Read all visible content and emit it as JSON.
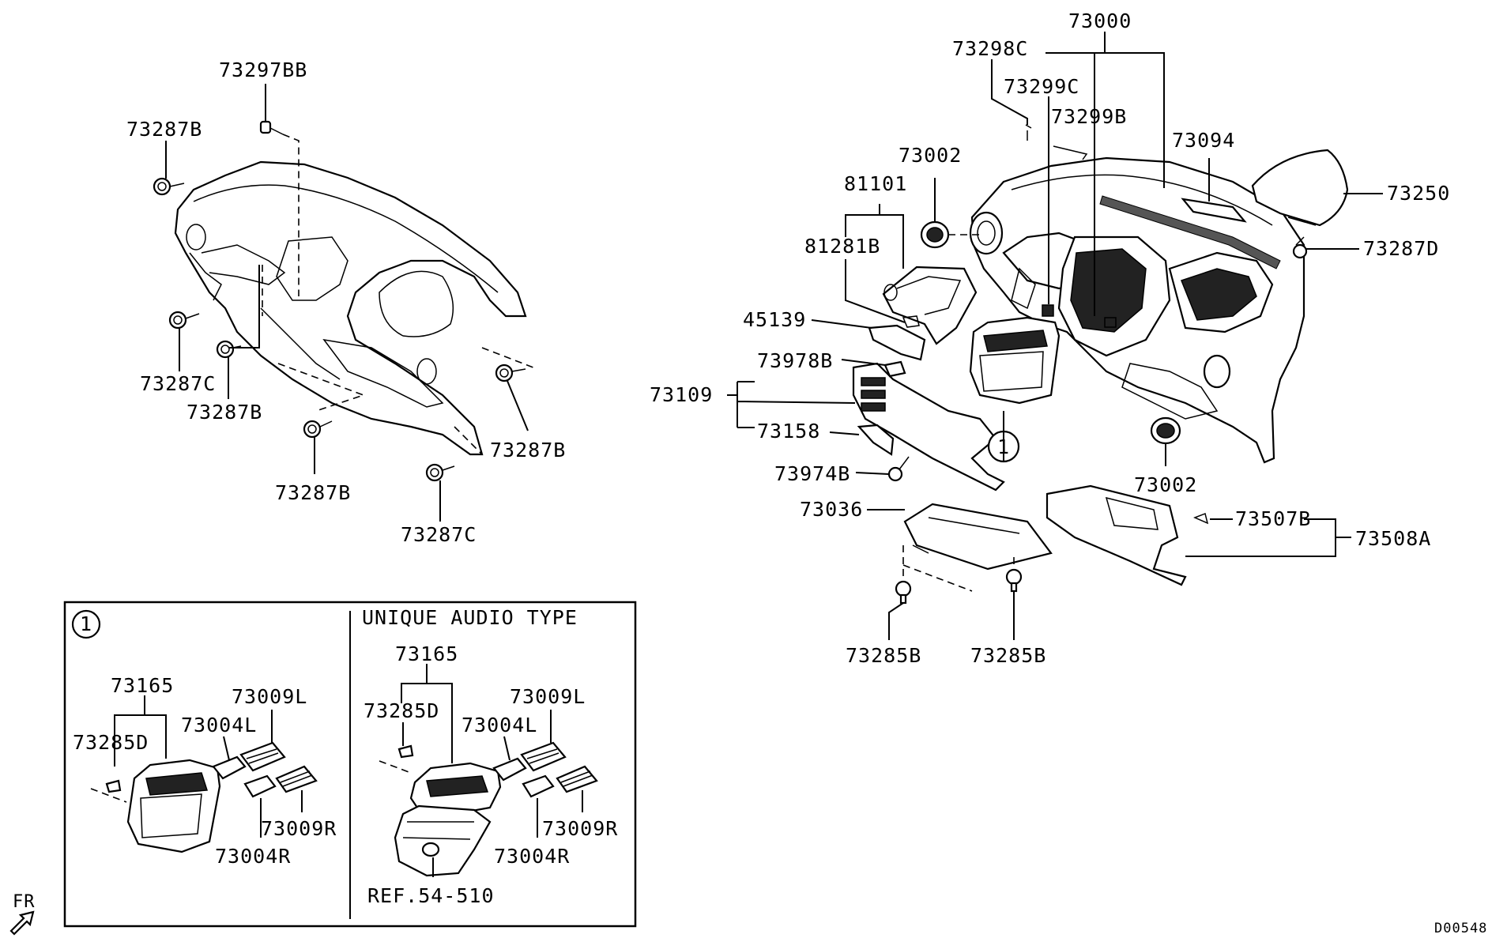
{
  "labels": {
    "p73297BB": "73297BB",
    "p73287B_tl": "73287B",
    "p73287C_l": "73287C",
    "p73287B_l": "73287B",
    "p73287B_bottom": "73287B",
    "p73287B_right": "73287B",
    "p73287C_bottom": "73287C",
    "p73000": "73000",
    "p73298C": "73298C",
    "p73299C": "73299C",
    "p73299B": "73299B",
    "p73002_top": "73002",
    "p73094": "73094",
    "p81101": "81101",
    "p81281B": "81281B",
    "p73250": "73250",
    "p73287D": "73287D",
    "p45139": "45139",
    "p73978B": "73978B",
    "p73109": "73109",
    "p73158": "73158",
    "p73974B": "73974B",
    "p73002_bottom": "73002",
    "p73036": "73036",
    "p73507B": "73507B",
    "p73508A": "73508A",
    "p73285B_left": "73285B",
    "p73285B_right": "73285B"
  },
  "callout_marker": "1",
  "inset": {
    "marker": "1",
    "section_title": "UNIQUE AUDIO TYPE",
    "left": {
      "p73165": "73165",
      "p73285D": "73285D",
      "p73004L": "73004L",
      "p73009L": "73009L",
      "p73009R": "73009R",
      "p73004R": "73004R"
    },
    "right": {
      "p73165": "73165",
      "p73285D": "73285D",
      "p73004L": "73004L",
      "p73009L": "73009L",
      "p73009R": "73009R",
      "p73004R": "73004R",
      "ref": "REF.54-510"
    }
  },
  "fr_label": "FR",
  "diagram_code": "D00548"
}
